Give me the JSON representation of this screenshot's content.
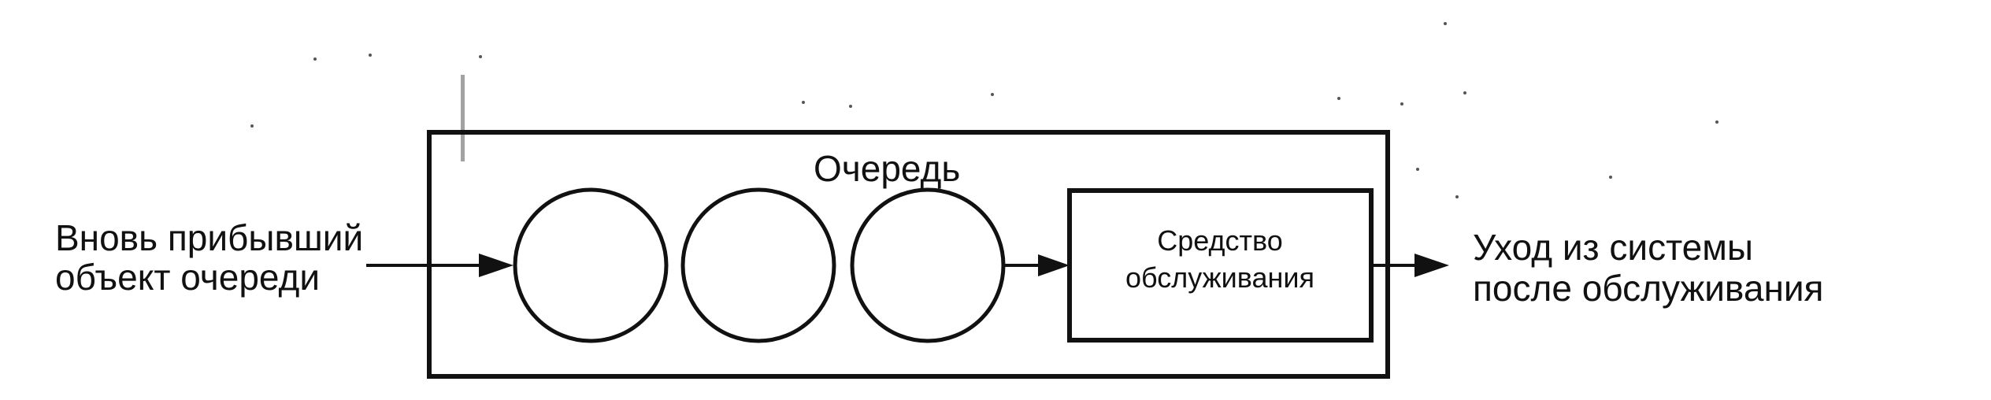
{
  "diagram": {
    "input_label_line1": "Вновь прибывший",
    "input_label_line2": "объект очереди",
    "queue_label": "Очередь",
    "server_label_line1": "Средство",
    "server_label_line2": "обслуживания",
    "output_label_line1": "Уход из системы",
    "output_label_line2": "после обслуживания",
    "queue_slot_count": 3
  }
}
